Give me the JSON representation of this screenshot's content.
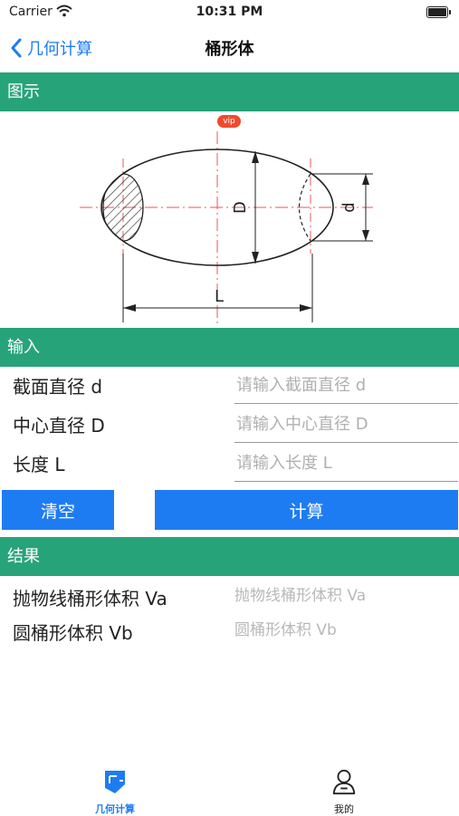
{
  "status": {
    "carrier": "Carrier",
    "time": "10:31 PM"
  },
  "nav": {
    "back_label": "几何计算",
    "title": "桶形体"
  },
  "sections": {
    "diagram": "图示",
    "input": "输入",
    "result": "结果"
  },
  "diagram": {
    "vip": "vip",
    "label_D": "D",
    "label_d": "d",
    "label_L": "L"
  },
  "inputs": [
    {
      "label": "截面直径 d",
      "placeholder": "请输入截面直径 d",
      "value": ""
    },
    {
      "label": "中心直径 D",
      "placeholder": "请输入中心直径 D",
      "value": ""
    },
    {
      "label": "长度 L",
      "placeholder": "请输入长度 L",
      "value": ""
    }
  ],
  "buttons": {
    "clear": "清空",
    "calculate": "计算"
  },
  "results": [
    {
      "label": "抛物线桶形体积 Va",
      "value": "抛物线桶形体积 Va"
    },
    {
      "label": "圆桶形体积 Vb",
      "value": "圆桶形体积 Vb"
    }
  ],
  "tabs": [
    {
      "label": "几何计算",
      "icon": "geometry-icon",
      "active": true
    },
    {
      "label": "我的",
      "icon": "person-icon",
      "active": false
    }
  ],
  "colors": {
    "section_bg": "#27a37a",
    "accent": "#1e7cf2",
    "vip": "#f04a2e"
  }
}
